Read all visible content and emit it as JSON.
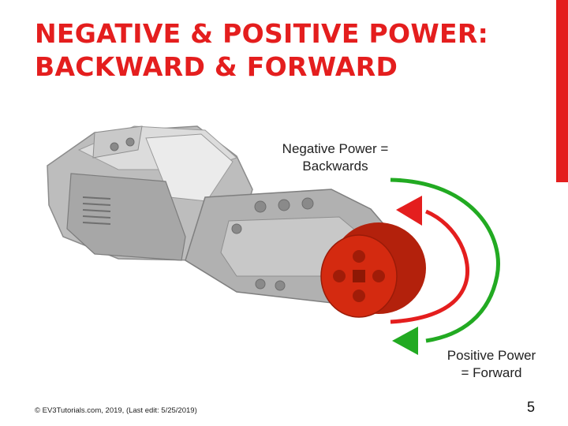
{
  "slide": {
    "title_line1": "NEGATIVE & POSITIVE POWER:",
    "title_line2": "BACKWARD & FORWARD",
    "negative_label_line1": "Negative Power =",
    "negative_label_line2": "Backwards",
    "positive_label_line1": "Positive Power",
    "positive_label_line2": "= Forward",
    "footer": "© EV3Tutorials.com, 2019, (Last edit: 5/25/2019)",
    "page_number": "5"
  },
  "colors": {
    "accent_red": "#e41e1e",
    "arrow_green": "#22aa22",
    "arrow_red": "#e41e1e",
    "motor_grey": "#b5b5b5",
    "hub_red": "#d42a10"
  },
  "illustration": {
    "motor": "EV3 large motor",
    "arrows": [
      "green-arc-arrow",
      "red-arc-arrow"
    ]
  }
}
